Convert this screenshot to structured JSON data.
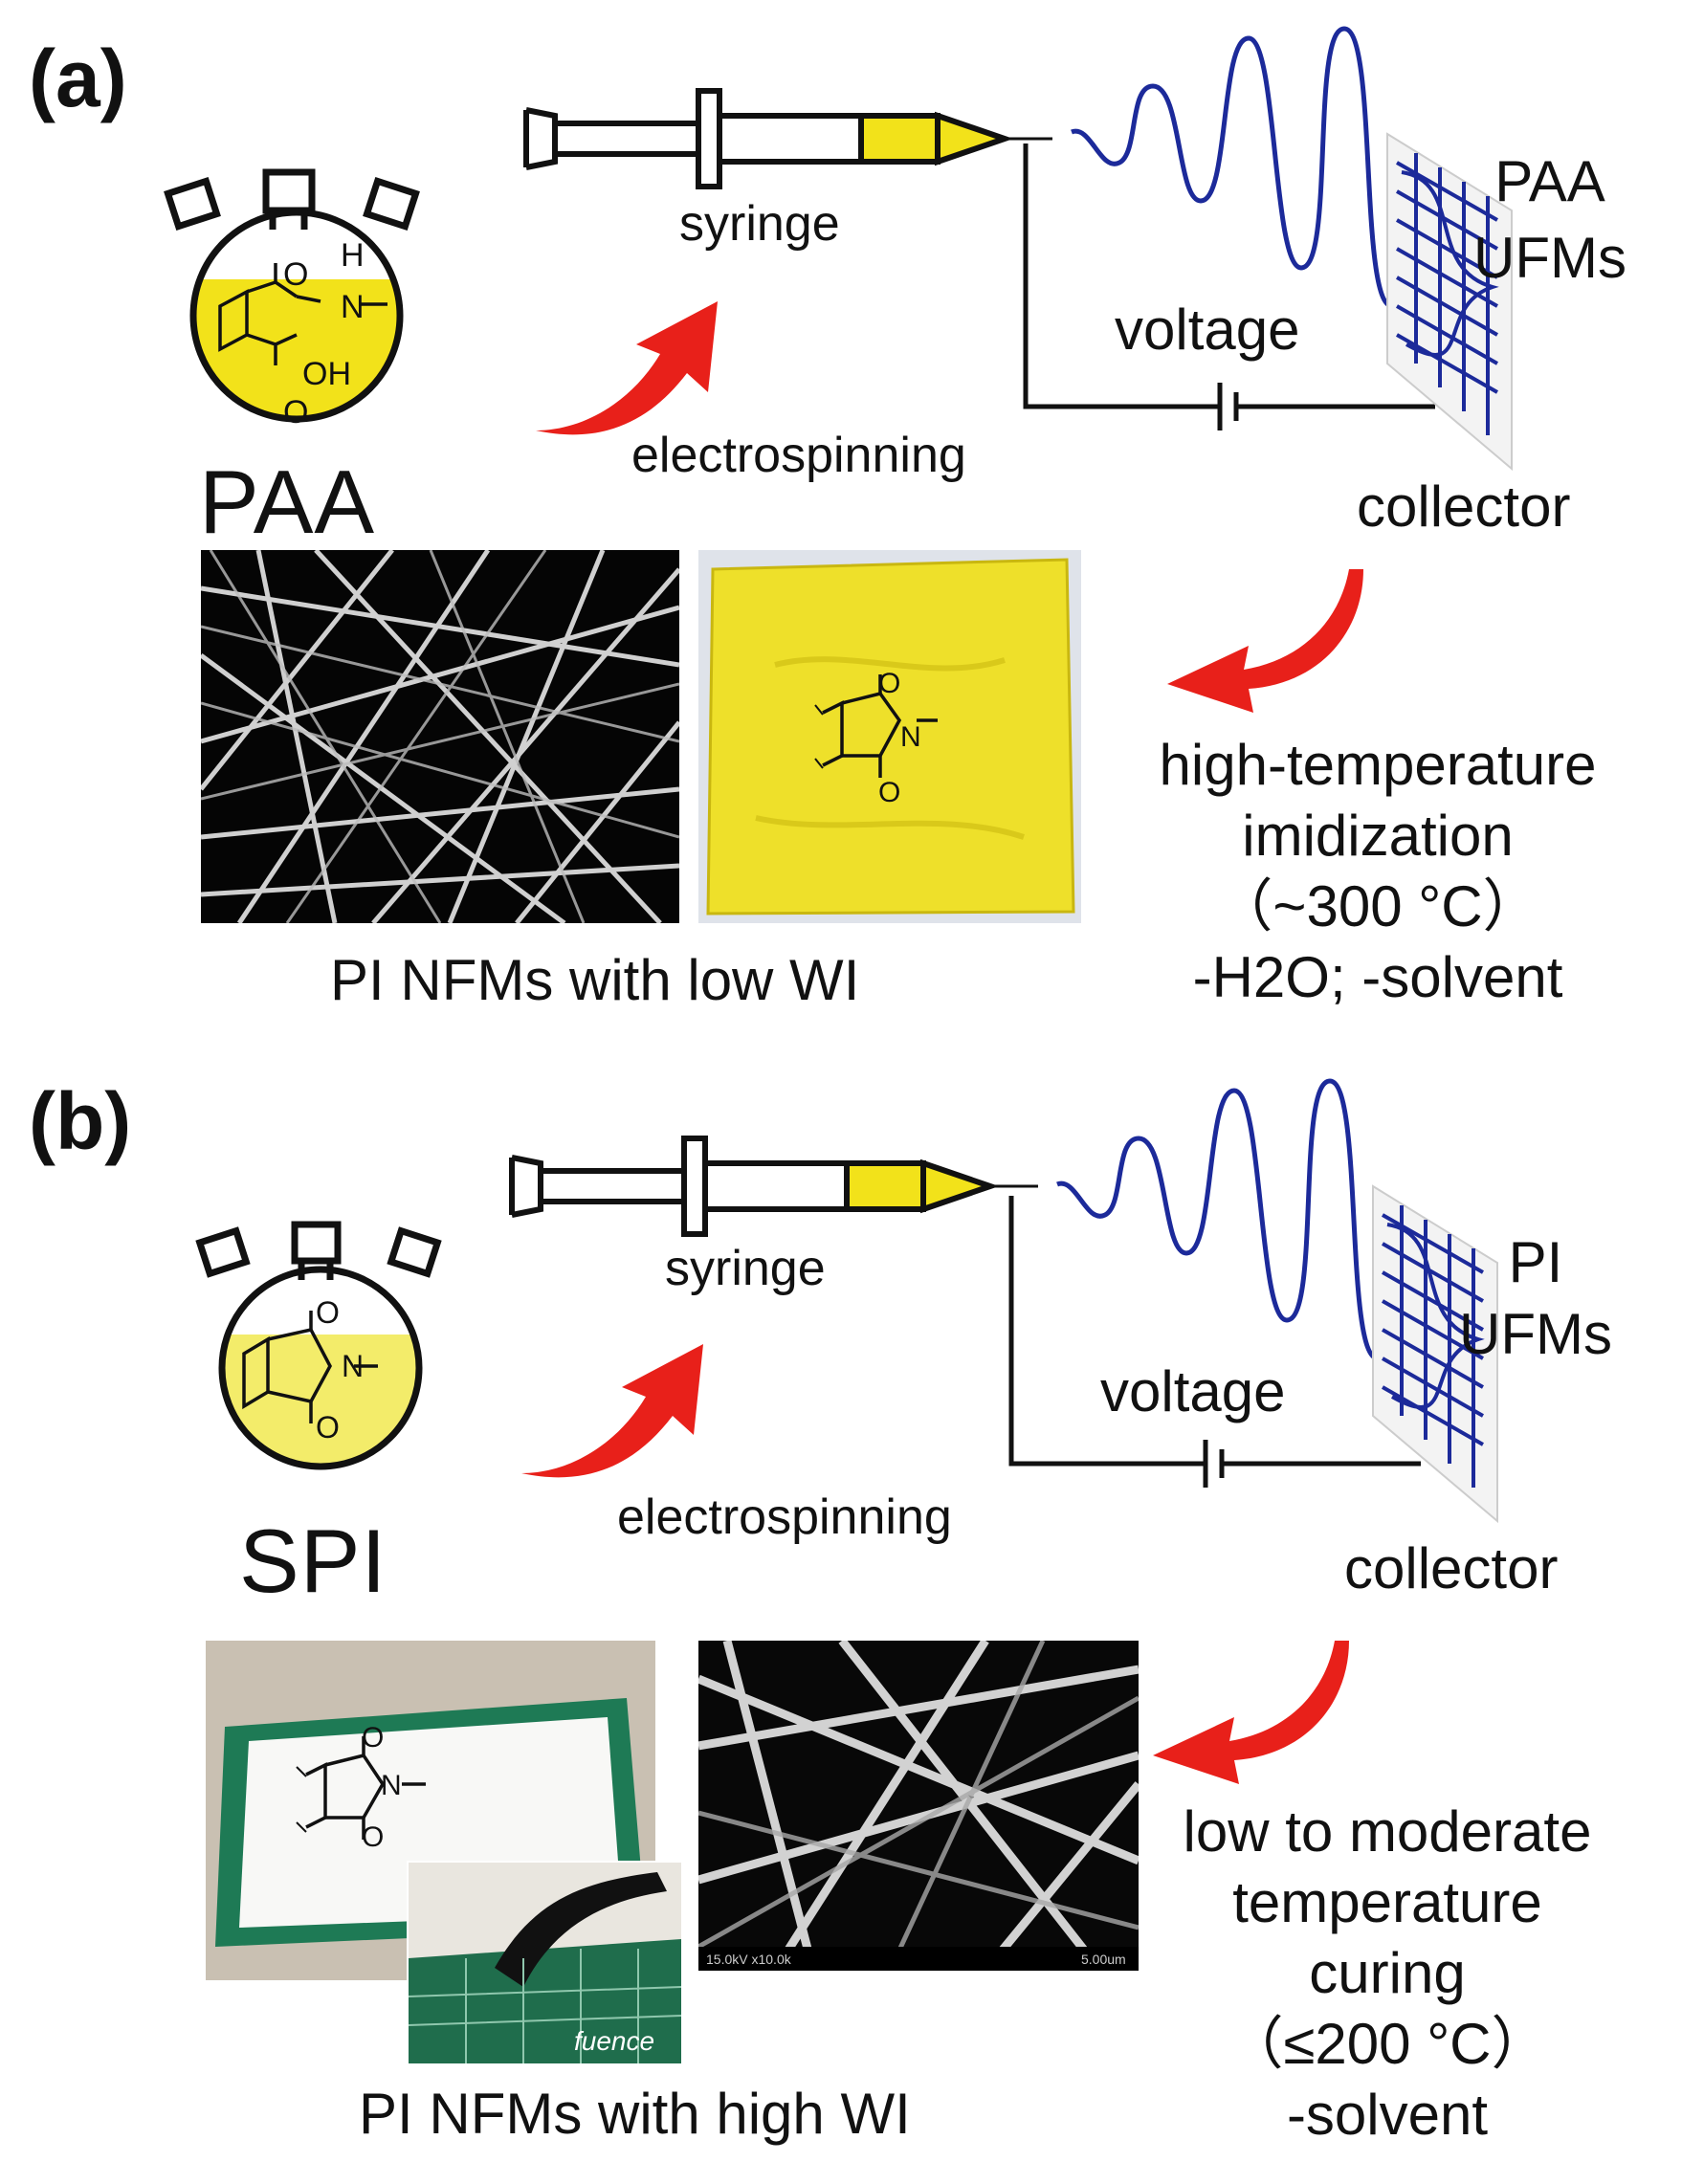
{
  "panels": [
    {
      "label": "(a)",
      "precursor": "PAA",
      "precursor_groups": [
        "O",
        "H",
        "N",
        "OH",
        "O"
      ],
      "syringe_label": "syringe",
      "process_label": "electrospinning",
      "voltage_label": "voltage",
      "fiber_label_line1": "PAA",
      "fiber_label_line2": "UFMs",
      "collector_label": "collector",
      "product_caption": "PI NFMs with low WI",
      "product_groups": [
        "O",
        "N",
        "O"
      ],
      "conditions": [
        "high-temperature",
        "imidization",
        "（~300 °C）",
        "-H2O; -solvent"
      ],
      "colors": {
        "solution": "#f2e21a",
        "arrow": "#e8201a",
        "fiber": "#1c2a9a"
      }
    },
    {
      "label": "(b)",
      "precursor": "SPI",
      "precursor_groups": [
        "O",
        "N",
        "O"
      ],
      "syringe_label": "syringe",
      "process_label": "electrospinning",
      "voltage_label": "voltage",
      "fiber_label_line1": "PI",
      "fiber_label_line2": "UFMs",
      "collector_label": "collector",
      "product_caption": "PI NFMs with high WI",
      "product_groups": [
        "O",
        "N",
        "O"
      ],
      "photo_text": "fuence",
      "sem_scale_left": "15.0kV x10.0k",
      "sem_scale_right": "5.00um",
      "conditions": [
        "low to moderate",
        "temperature",
        "curing",
        "（≤200 °C）",
        "-solvent"
      ],
      "colors": {
        "solution": "#f3ec6a",
        "arrow": "#e8201a",
        "fiber": "#1c2a9a",
        "mat": "#1e7a55"
      }
    }
  ]
}
